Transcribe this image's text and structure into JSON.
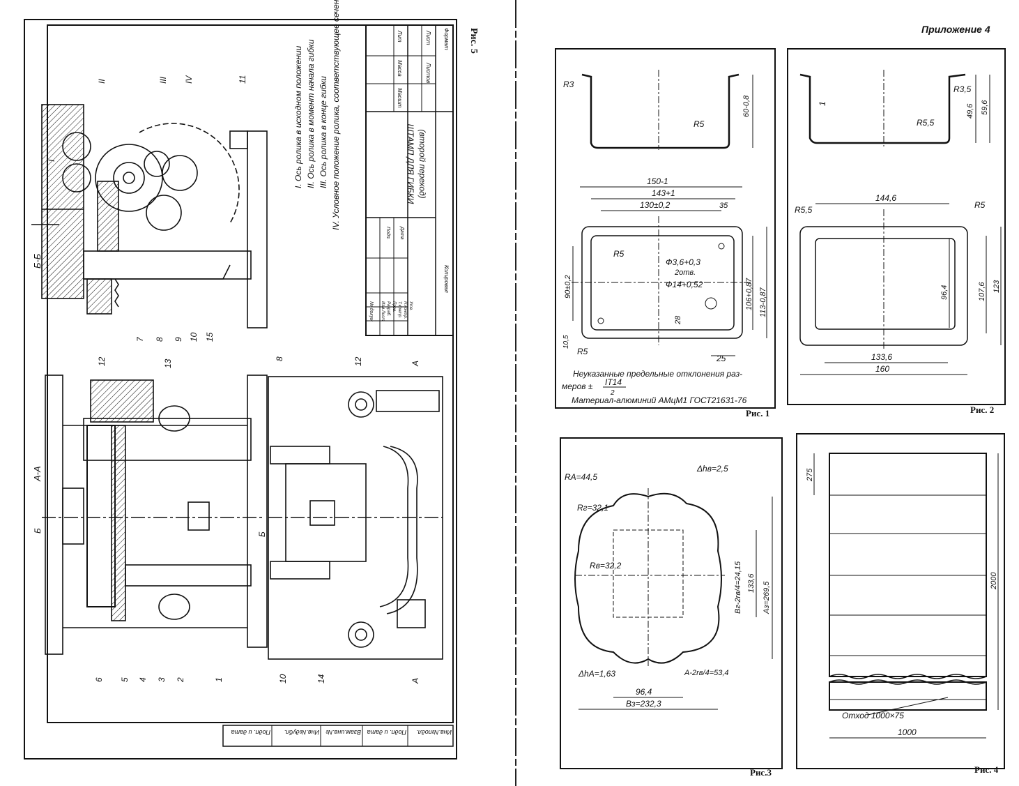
{
  "appendix_title": "Приложение 4",
  "left_page": {
    "figure_caption": "Рис. 5",
    "notes": [
      "I. Ось ролика в исходном положении",
      "II. Ось ролика в момент начала гибки",
      "III. Ось ролика в конце гибки",
      "IV. Условное положение ролика, соответствующее сечению А-А"
    ],
    "title_block": {
      "title_line1": "ШТАМП ДЛЯ ГИБКИ",
      "title_line2": "(второй переход)",
      "columns": [
        "Лит",
        "Масса",
        "Масшт"
      ],
      "sheet": "Лист",
      "sheets": "Листов",
      "copied": "Копировал",
      "format": "Формат",
      "rows": [
        "Изм.Лист",
        "Разраб.",
        "Пров.",
        "Т.контр.",
        "Н.контр.",
        "Утв."
      ],
      "headers": [
        "№ докум",
        "Подп.",
        "Дата"
      ]
    },
    "bottom_strip": [
      "Инв.№подл.",
      "Подп. и дата",
      "Взам.инв.№",
      "Инв.№дубл.",
      "Подп. и дата"
    ],
    "section_labels": [
      "Б-Б",
      "А-А",
      "Б",
      "Б",
      "А",
      "А"
    ],
    "roman_labels": [
      "I",
      "II",
      "III",
      "IV"
    ],
    "part_numbers_top": [
      "11",
      "7",
      "8",
      "9",
      "10",
      "15"
    ],
    "part_numbers_bottom": [
      "12",
      "13",
      "8",
      "12",
      "6",
      "5",
      "4",
      "3",
      "2",
      "1",
      "10",
      "14"
    ]
  },
  "fig1": {
    "caption": "Рис. 1",
    "dims": [
      "R3",
      "R5",
      "60-0,8",
      "150-1",
      "143+1",
      "130±0,2",
      "35",
      "R5",
      "Ф3,6+0,3",
      "2отв.",
      "Ф14+0,52",
      "90±0,2",
      "106+0,87",
      "113-0,87",
      "28",
      "10,5",
      "R5",
      "25"
    ],
    "note_line1": "Неуказанные предельные отклонения раз-",
    "note_line2": "меров ±",
    "note_tol": "IT14",
    "note_tol_den": "2",
    "material": "Материал-алюминий АМцМ1  ГОСТ21631-76"
  },
  "fig2": {
    "caption": "Рис. 2",
    "dims": [
      "1",
      "R3,5",
      "49,6",
      "59,6",
      "R5,5",
      "144,6",
      "R5,5",
      "R5",
      "96,4",
      "107,6",
      "123",
      "133,6",
      "160"
    ]
  },
  "fig3": {
    "caption": "Рис.3",
    "dims": [
      "RA=44,5",
      "Δhв=2,5",
      "Rг=32,1",
      "Rв=32,2",
      "Вг-2rв/4=24,15",
      "133,6",
      "Аз=269,5",
      "ΔhА=1,63",
      "А-2rв/4=53,4",
      "96,4",
      "Вз=232,3"
    ]
  },
  "fig4": {
    "caption": "Рис. 4",
    "dims": [
      "275",
      "2000",
      "Отход 1000×75",
      "1000"
    ]
  }
}
